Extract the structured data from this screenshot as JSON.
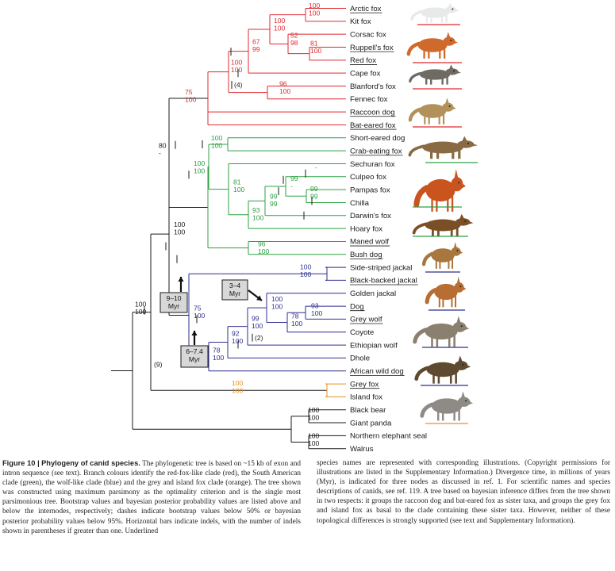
{
  "colors": {
    "red_clade": "#e0292f",
    "south_american_clade": "#2ea043",
    "wolf_like_clade": "#2e2f8f",
    "grey_island_fox_clade": "#e8921e",
    "outgroup": "#1a1a1a"
  },
  "taxa": [
    {
      "name": "Arctic fox",
      "underlined": true,
      "clade": "red"
    },
    {
      "name": "Kit fox",
      "underlined": false,
      "clade": "red"
    },
    {
      "name": "Corsac fox",
      "underlined": false,
      "clade": "red"
    },
    {
      "name": "Ruppell's fox",
      "underlined": true,
      "clade": "red"
    },
    {
      "name": "Red fox",
      "underlined": true,
      "clade": "red"
    },
    {
      "name": "Cape fox",
      "underlined": false,
      "clade": "red"
    },
    {
      "name": "Blanford's fox",
      "underlined": false,
      "clade": "red"
    },
    {
      "name": "Fennec fox",
      "underlined": false,
      "clade": "red"
    },
    {
      "name": "Raccoon dog",
      "underlined": true,
      "clade": "red"
    },
    {
      "name": "Bat-eared fox",
      "underlined": true,
      "clade": "red"
    },
    {
      "name": "Short-eared dog",
      "underlined": false,
      "clade": "green"
    },
    {
      "name": "Crab-eating fox",
      "underlined": true,
      "clade": "green"
    },
    {
      "name": "Sechuran fox",
      "underlined": false,
      "clade": "green"
    },
    {
      "name": "Culpeo fox",
      "underlined": false,
      "clade": "green"
    },
    {
      "name": "Pampas fox",
      "underlined": false,
      "clade": "green"
    },
    {
      "name": "Chilla",
      "underlined": false,
      "clade": "green"
    },
    {
      "name": "Darwin's fox",
      "underlined": false,
      "clade": "green"
    },
    {
      "name": "Hoary fox",
      "underlined": false,
      "clade": "green"
    },
    {
      "name": "Maned wolf",
      "underlined": true,
      "clade": "green"
    },
    {
      "name": "Bush dog",
      "underlined": true,
      "clade": "green"
    },
    {
      "name": "Side-striped jackal",
      "underlined": false,
      "clade": "blue"
    },
    {
      "name": "Black-backed jackal",
      "underlined": true,
      "clade": "blue"
    },
    {
      "name": "Golden jackal",
      "underlined": false,
      "clade": "blue"
    },
    {
      "name": "Dog",
      "underlined": true,
      "clade": "blue"
    },
    {
      "name": "Grey wolf",
      "underlined": true,
      "clade": "blue"
    },
    {
      "name": "Coyote",
      "underlined": false,
      "clade": "blue"
    },
    {
      "name": "Ethiopian wolf",
      "underlined": false,
      "clade": "blue"
    },
    {
      "name": "Dhole",
      "underlined": false,
      "clade": "blue"
    },
    {
      "name": "African wild dog",
      "underlined": true,
      "clade": "blue"
    },
    {
      "name": "Grey fox",
      "underlined": true,
      "clade": "orange"
    },
    {
      "name": "Island fox",
      "underlined": false,
      "clade": "orange"
    },
    {
      "name": "Black bear",
      "underlined": false,
      "clade": "black"
    },
    {
      "name": "Giant panda",
      "underlined": false,
      "clade": "black"
    },
    {
      "name": "Northern elephant seal",
      "underlined": false,
      "clade": "black"
    },
    {
      "name": "Walrus",
      "underlined": false,
      "clade": "black"
    }
  ],
  "node_support": [
    {
      "node": "arctic-kit",
      "bootstrap": "100",
      "bayesian": "100"
    },
    {
      "node": "arctic-kit-corsac-ruppell-red",
      "bootstrap": "100",
      "bayesian": "100"
    },
    {
      "node": "corsac-ruppell-red",
      "bootstrap": "52",
      "bayesian": "98"
    },
    {
      "node": "ruppell-red",
      "bootstrap": "81",
      "bayesian": "100"
    },
    {
      "node": "vulpes-minus-cape",
      "bootstrap": "67",
      "bayesian": "99"
    },
    {
      "node": "vulpes",
      "bootstrap": "100",
      "bayesian": "100"
    },
    {
      "node": "blanford-fennec",
      "bootstrap": "96",
      "bayesian": "100"
    },
    {
      "node": "red-fox-like-clade",
      "bootstrap": "75",
      "bayesian": "100"
    },
    {
      "node": "south-american-with-maned-bush",
      "bootstrap": "96",
      "bayesian": "100"
    },
    {
      "node": "short-eared-crab-eating",
      "bootstrap": "100",
      "bayesian": "100"
    },
    {
      "node": "sechuran-plus",
      "bootstrap": "81",
      "bayesian": "100"
    },
    {
      "node": "pampas-chilla",
      "bootstrap": "99",
      "bayesian": "99"
    },
    {
      "node": "culpeo-pampas-chilla",
      "bootstrap": "99",
      "bayesian": "-"
    },
    {
      "node": "culpeo",
      "bootstrap": "-",
      "bayesian": "-"
    },
    {
      "node": "lycalopex",
      "bootstrap": "99",
      "bayesian": "99"
    },
    {
      "node": "darwin-plus",
      "bootstrap": "93",
      "bayesian": "100"
    },
    {
      "node": "south-american-clade",
      "bootstrap": "100",
      "bayesian": "100"
    },
    {
      "node": "red-plus-south-american",
      "bootstrap": "80",
      "bayesian": "-"
    },
    {
      "node": "canini-crown",
      "bootstrap": "100",
      "bayesian": "100"
    },
    {
      "node": "jackals",
      "bootstrap": "100",
      "bayesian": "100"
    },
    {
      "node": "dog-wolf",
      "bootstrap": "93",
      "bayesian": "100"
    },
    {
      "node": "dog-wolf-coyote",
      "bootstrap": "78",
      "bayesian": "100"
    },
    {
      "node": "golden-jackal-plus",
      "bootstrap": "100",
      "bayesian": "100"
    },
    {
      "node": "ethiopian-plus",
      "bootstrap": "99",
      "bayesian": "100"
    },
    {
      "node": "dhole-plus",
      "bootstrap": "92",
      "bayesian": "100"
    },
    {
      "node": "wolf-like-core",
      "bootstrap": "78",
      "bayesian": "100"
    },
    {
      "node": "wolf-like-clade",
      "bootstrap": "75",
      "bayesian": "100"
    },
    {
      "node": "grey-island-fox",
      "bootstrap": "100",
      "bayesian": "100"
    },
    {
      "node": "canidae",
      "bootstrap": "100",
      "bayesian": "100"
    },
    {
      "node": "bears",
      "bootstrap": "100",
      "bayesian": "100"
    },
    {
      "node": "pinnipeds",
      "bootstrap": "100",
      "bayesian": "100"
    }
  ],
  "indel_counts": {
    "cape_fox_branch": "(4)",
    "ethiopian_wolf_branch": "(2)",
    "canidae_stem": "(9)"
  },
  "divergence_times": [
    {
      "node": "canini-crown",
      "label": "9–10",
      "unit": "Myr"
    },
    {
      "node": "golden-jackal-plus",
      "label": "3–4",
      "unit": "Myr"
    },
    {
      "node": "wolf-like-clade",
      "label": "6–7.4",
      "unit": "Myr"
    }
  ],
  "illustrations": [
    {
      "name": "arctic-fox-illustration",
      "icon": "white-fox-icon",
      "color": "#e8eaea"
    },
    {
      "name": "red-fox-illustration",
      "icon": "red-fox-icon",
      "color": "#d06a2c"
    },
    {
      "name": "raccoon-dog-illustration",
      "icon": "raccoon-dog-icon",
      "color": "#6f6a62"
    },
    {
      "name": "bat-eared-fox-illustration",
      "icon": "bat-eared-fox-icon",
      "color": "#b3915a"
    },
    {
      "name": "crab-eating-fox-illustration",
      "icon": "crab-eating-fox-icon",
      "color": "#8a6a43"
    },
    {
      "name": "maned-wolf-illustration",
      "icon": "maned-wolf-icon",
      "color": "#c9541e"
    },
    {
      "name": "bush-dog-illustration",
      "icon": "bush-dog-icon",
      "color": "#7a4f26"
    },
    {
      "name": "black-backed-jackal-illustration",
      "icon": "jackal-icon",
      "color": "#a7773e"
    },
    {
      "name": "dog-illustration",
      "icon": "boxer-dog-icon",
      "color": "#b86d33"
    },
    {
      "name": "grey-wolf-illustration",
      "icon": "grey-wolf-icon",
      "color": "#8b7f70"
    },
    {
      "name": "african-wild-dog-illustration",
      "icon": "wild-dog-icon",
      "color": "#5e4a30"
    },
    {
      "name": "grey-fox-illustration",
      "icon": "grey-fox-icon",
      "color": "#8e8a86"
    }
  ],
  "caption": {
    "figure_label": "Figure 10 |",
    "title": "Phylogeny of canid species.",
    "left_text": "The phylogenetic tree is based on ~15 kb of exon and intron sequence (see text). Branch colours identify the red-fox-like clade (red), the South American clade (green), the wolf-like clade (blue) and the grey and island fox clade (orange). The tree shown was constructed using maximum parsimony as the optimality criterion and is the single most parsimonious tree. Bootstrap values and bayesian posterior probability values are listed above and below the internodes, respectively; dashes indicate bootstrap values below 50% or bayesian posterior probability values below 95%. Horizontal bars indicate indels, with the number of indels shown in parentheses if greater than one. Underlined",
    "right_text": "species names are represented with corresponding illustrations. (Copyright permissions for illustrations are listed in the Supplementary Information.) Divergence time, in millions of years (Myr), is indicated for three nodes as discussed in ref. 1. For scientific names and species descriptions of canids, see ref. 119. A tree based on bayesian inference differs from the tree shown in two respects: it groups the raccoon dog and bat-eared fox as sister taxa, and groups the grey fox and island fox as basal to the clade containing these sister taxa. However, neither of these topological differences is strongly supported (see text and Supplementary Information)."
  }
}
